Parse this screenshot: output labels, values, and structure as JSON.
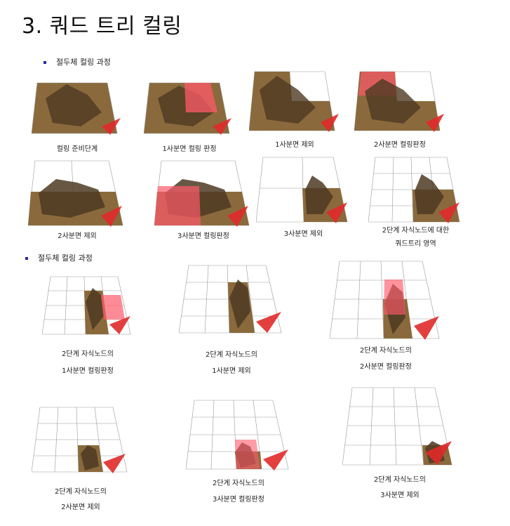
{
  "title": "3. 쿼드 트리 컬링",
  "section1": {
    "label": "절두체 컬링 과정"
  },
  "section2": {
    "label": "절두체 컬링 과정"
  },
  "row1": [
    "컬링 준비단계",
    "1사분면 컬링 판정",
    "1사분면 제외",
    "2사분면 컬링판정"
  ],
  "row2": [
    "2사분면 제외",
    "3사분면 컬링판정",
    "3사분면 제외",
    "2단계 자식노드에 대한",
    "쿼드트리 영역"
  ],
  "row3": [
    [
      "2단계 자식노드의",
      "1사분면 컬링판정"
    ],
    [
      "2단계 자식노드의",
      "1사분면 제외"
    ],
    [
      "2단계 자식노드의",
      "2사분면 컬링판정"
    ]
  ],
  "row4": [
    [
      "2단계 자식노드의",
      "2사분면 제외"
    ],
    [
      "2단계 자식노드의",
      "3사분면 컬링판정"
    ],
    [
      "2단계 자식노드의",
      "3사분면 제외"
    ]
  ]
}
